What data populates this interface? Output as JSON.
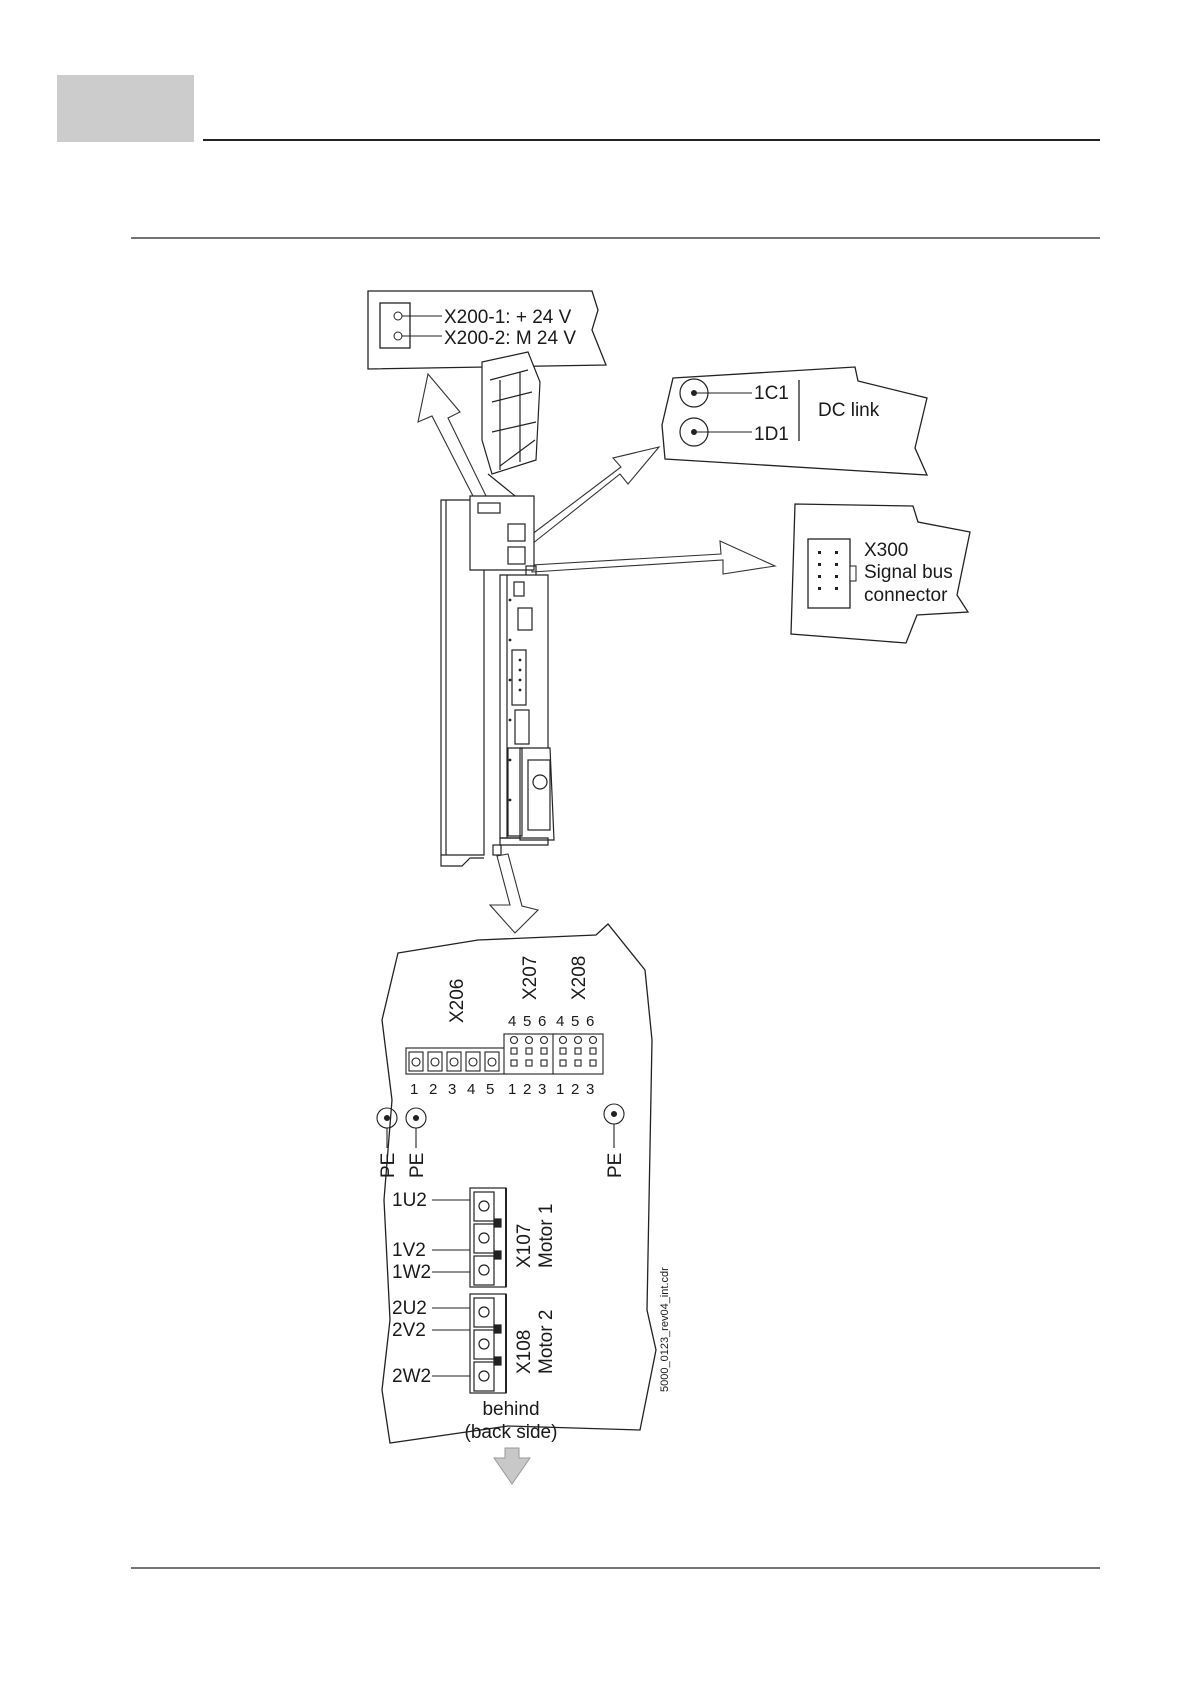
{
  "power_callout": {
    "line1": "X200-1: + 24 V",
    "line2": "X200-2: M 24 V"
  },
  "dc_link_callout": {
    "terminal_top": "1C1",
    "terminal_bottom": "1D1",
    "label": "DC link"
  },
  "signal_bus_callout": {
    "line1": "X300",
    "line2": "Signal bus",
    "line3": "connector"
  },
  "bottom_view": {
    "x206": {
      "label": "X206",
      "pins": [
        "1",
        "2",
        "3",
        "4",
        "5"
      ]
    },
    "x207": {
      "label": "X207",
      "top_pins": [
        "4",
        "5",
        "6"
      ],
      "bottom_pins": [
        "1",
        "2",
        "3"
      ]
    },
    "x208": {
      "label": "X208",
      "top_pins": [
        "4",
        "5",
        "6"
      ],
      "bottom_pins": [
        "1",
        "2",
        "3"
      ]
    },
    "pe_left_1": "PE",
    "pe_left_2": "PE",
    "pe_right": "PE",
    "x107": {
      "label": "X107",
      "sublabel": "Motor 1",
      "terminals": [
        "1U2",
        "1V2",
        "1W2"
      ]
    },
    "x108": {
      "label": "X108",
      "sublabel": "Motor 2",
      "terminals": [
        "2U2",
        "2V2",
        "2W2"
      ]
    },
    "behind_line1": "behind",
    "behind_line2": "(back side)"
  },
  "file_reference": "5000_0123_rev04_int.cdr"
}
